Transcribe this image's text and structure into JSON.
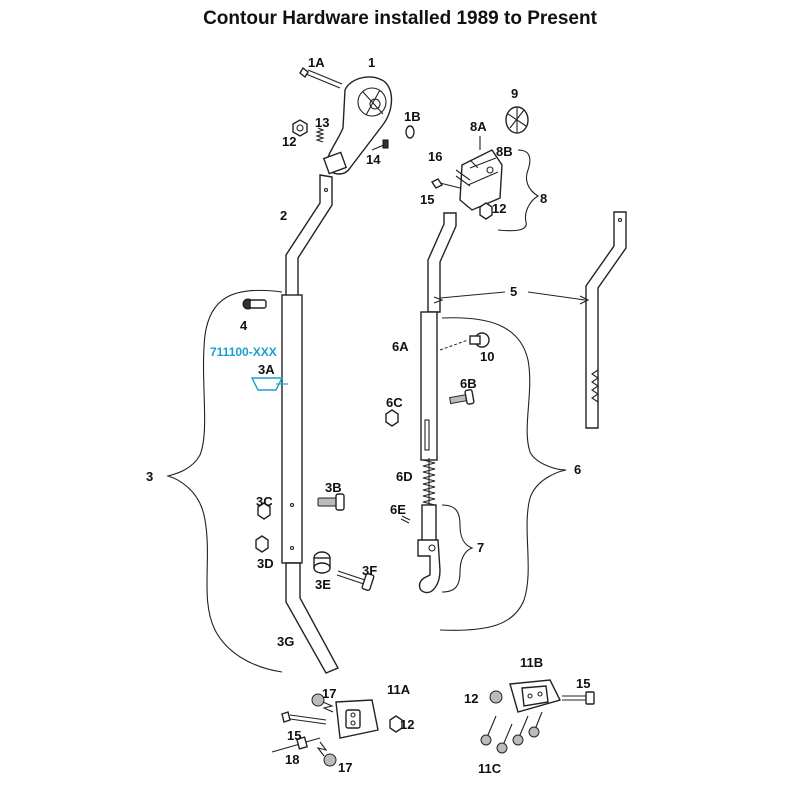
{
  "title": "Contour Hardware installed 1989 to Present",
  "callouts": {
    "c1": "1",
    "c1A": "1A",
    "c1B": "1B",
    "c2": "2",
    "c3": "3",
    "c3A": "3A",
    "c3B": "3B",
    "c3C": "3C",
    "c3D": "3D",
    "c3E": "3E",
    "c3F": "3F",
    "c3G": "3G",
    "c4": "4",
    "c5": "5",
    "c6": "6",
    "c6A": "6A",
    "c6B": "6B",
    "c6C": "6C",
    "c6D": "6D",
    "c6E": "6E",
    "c7": "7",
    "c8": "8",
    "c8A": "8A",
    "c8B": "8B",
    "c9": "9",
    "c10": "10",
    "c11A": "11A",
    "c11B": "11B",
    "c11C": "11C",
    "c12a": "12",
    "c12b": "12",
    "c12c": "12",
    "c12d": "12",
    "c13": "13",
    "c14": "14",
    "c15a": "15",
    "c15b": "15",
    "c15c": "15",
    "c16": "16",
    "c17a": "17",
    "c17b": "17",
    "c18": "18"
  },
  "part_number": "711100-XXX",
  "colors": {
    "accent": "#1a9fd0",
    "line": "#222222"
  }
}
